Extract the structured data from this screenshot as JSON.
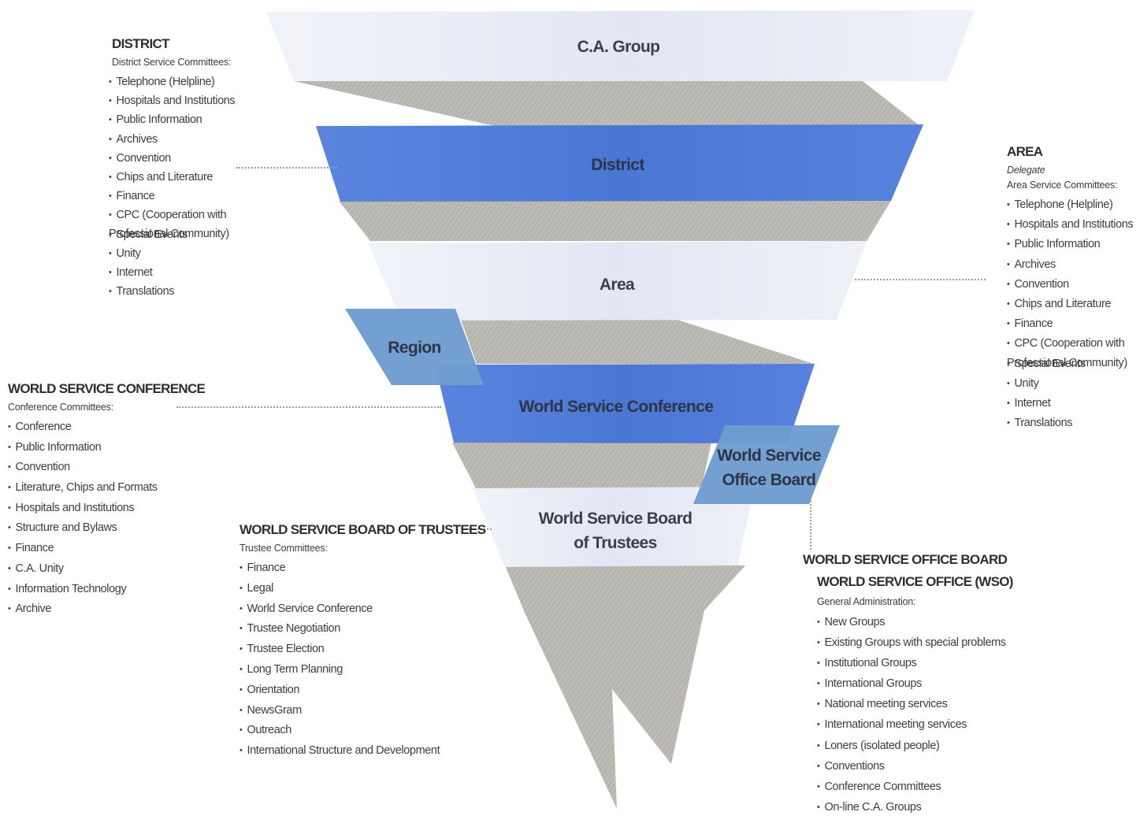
{
  "tiers": {
    "ca_group": "C.A. Group",
    "district": "District",
    "area": "Area",
    "region": "Region",
    "wsc": "World Service Conference",
    "wso_board_line1": "World Service",
    "wso_board_line2": "Office Board",
    "trustees_line1": "World Service Board",
    "trustees_line2": "of Trustees"
  },
  "district": {
    "title": "DISTRICT",
    "subtitle": "District Service Committees:",
    "items": [
      "Telephone (Helpline)",
      "Hospitals and Institutions",
      "Public Information",
      "Archives",
      "Convention",
      "Chips and Literature",
      "Finance",
      "CPC (Cooperation with Professional Community)",
      "Special Events",
      "Unity",
      "Internet",
      "Translations"
    ]
  },
  "area": {
    "title": "AREA",
    "delegate": "Delegate",
    "subtitle": "Area Service Committees:",
    "items": [
      "Telephone (Helpline)",
      "Hospitals and Institutions",
      "Public Information",
      "Archives",
      "Convention",
      "Chips and Literature",
      "Finance",
      "CPC (Cooperation with Professional Community)",
      "Special Events",
      "Unity",
      "Internet",
      "Translations"
    ]
  },
  "wsc": {
    "title": "WORLD SERVICE CONFERENCE",
    "subtitle": "Conference Committees:",
    "items": [
      "Conference",
      "Public Information",
      "Convention",
      "Literature, Chips and Formats",
      "Hospitals and Institutions",
      "Structure and Bylaws",
      "Finance",
      "C.A. Unity",
      "Information Technology",
      "Archive"
    ]
  },
  "trustees": {
    "title": "WORLD SERVICE BOARD OF TRUSTEES",
    "subtitle": "Trustee Committees:",
    "items": [
      "Finance",
      "Legal",
      "World Service Conference",
      "Trustee Negotiation",
      "Trustee Election",
      "Long Term Planning",
      "Orientation",
      "NewsGram",
      "Outreach",
      "International Structure and Development"
    ]
  },
  "wso": {
    "board_title": "WORLD SERVICE OFFICE BOARD",
    "office_title": "WORLD SERVICE OFFICE (WSO)",
    "subtitle": "General Administration:",
    "items": [
      "New Groups",
      "Existing Groups with special problems",
      "Institutional Groups",
      "International Groups",
      "National meeting services",
      "International meeting services",
      "Loners (isolated people)",
      "Conventions",
      "Conference Committees",
      "On-line C.A. Groups"
    ]
  },
  "colors": {
    "light_band": "#e4e8f3",
    "blue_band": "#4f7ad6",
    "steel_band": "#5f8fc8",
    "ribbon_grey": "#b9b7b2"
  }
}
